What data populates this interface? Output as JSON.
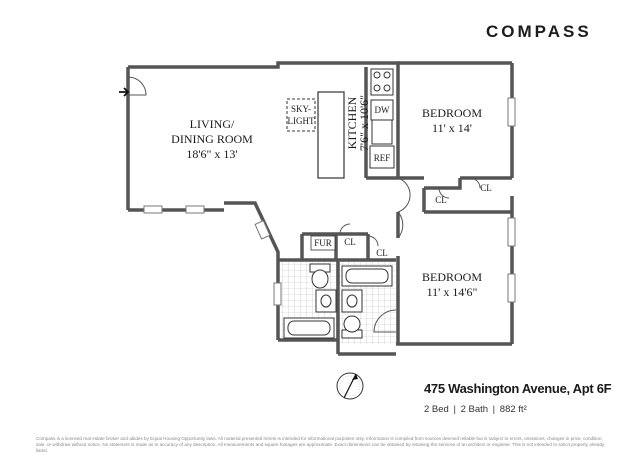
{
  "brand": {
    "logo_text": "COMPASS"
  },
  "rooms": {
    "living": {
      "name_line1": "LIVING/",
      "name_line2": "DINING ROOM",
      "dims": "18'6\" x 13'"
    },
    "skylight": {
      "line1": "SKY-",
      "line2": "LIGHT"
    },
    "kitchen": {
      "name": "KITCHEN",
      "dims": "7'6\" x 10'6\""
    },
    "dw": "DW",
    "ref": "REF",
    "bedroom1": {
      "name": "BEDROOM",
      "dims": "11' x 14'"
    },
    "bedroom2": {
      "name": "BEDROOM",
      "dims": "11' x 14'6\""
    },
    "cl_labels": [
      "CL",
      "CL",
      "CL",
      "CL"
    ],
    "fur": "FUR"
  },
  "listing": {
    "address": "475 Washington Avenue, Apt 6F",
    "beds": "2 Bed",
    "baths": "2 Bath",
    "area": "882 ft²"
  },
  "disclaimer": "Compass is a licensed real estate broker and abides by Equal Housing Opportunity laws. All material presented herein is intended for informational purposes only. Information is compiled from sources deemed reliable but is subject to errors, omissions, changes in price, condition, sale, or withdraw without notice. No statement is made as to accuracy of any description. All measurements and square footages are approximate. Exact dimensions can be obtained by retaining the services of an architect or engineer. This is not intended to solicit property already listed.",
  "icons": {
    "entry": "entry-arrow-icon",
    "compass": "north-compass-icon"
  }
}
